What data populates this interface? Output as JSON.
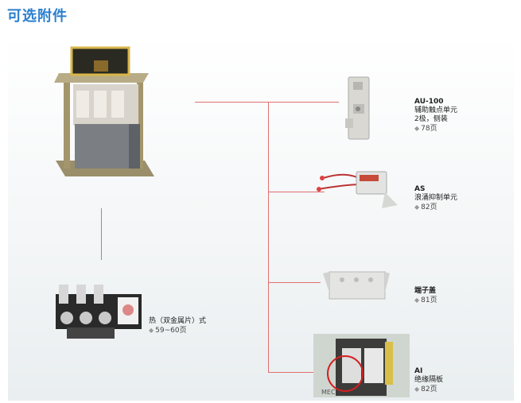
{
  "title": "可选附件",
  "accessories": {
    "au100": {
      "name": "AU-100",
      "desc1": "辅助触点单元",
      "desc2": "2极，侧装",
      "page": "78页"
    },
    "as": {
      "name": "AS",
      "desc1": "浪涌抑制单元",
      "page": "82页"
    },
    "cover": {
      "name": "端子盖",
      "page": "81页"
    },
    "ai": {
      "name": "AI",
      "desc1": "绝缘隔板",
      "page": "82页"
    },
    "relay": {
      "name": "热（双金属片）式",
      "page": "59~60页"
    }
  },
  "image_label": "MEC",
  "colors": {
    "title": "#2b7fd0",
    "connector": "#e0706f"
  }
}
